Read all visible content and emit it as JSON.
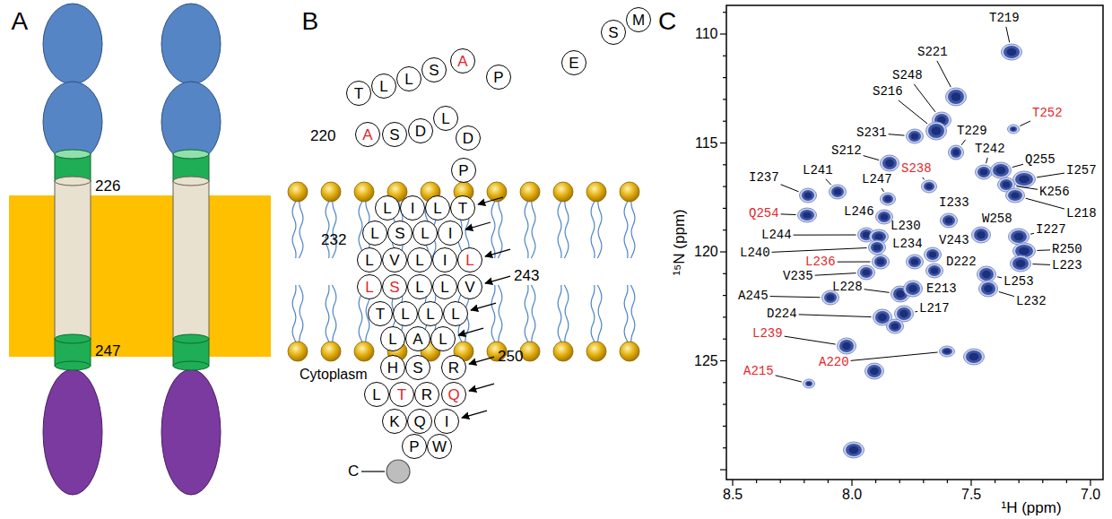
{
  "diagram": {
    "nodes": [
      {
        "text": [
          "M"
        ]
      },
      {
        "text": [
          "S"
        ]
      },
      {
        "text": [
          "E"
        ]
      },
      {
        "text": [
          "P"
        ]
      },
      {
        "text": [
          "A"
        ]
      },
      {
        "text": [
          "S"
        ]
      },
      {
        "text": [
          "L"
        ]
      },
      {
        "text": [
          "L"
        ]
      },
      {
        "text": [
          "T"
        ]
      },
      {
        "text": [
          "A"
        ]
      },
      {
        "text": [
          "S"
        ]
      },
      {
        "text": [
          "D"
        ]
      },
      {
        "text": [
          "L"
        ]
      },
      {
        "text": [
          "D"
        ]
      },
      {
        "text": [
          "P"
        ]
      },
      {
        "text": [
          "L"
        ]
      },
      {
        "text": [
          "I"
        ]
      },
      {
        "text": [
          "L"
        ]
      },
      {
        "text": [
          "T"
        ]
      },
      {
        "text": [
          "L"
        ]
      },
      {
        "text": [
          "S"
        ]
      },
      {
        "text": [
          "L"
        ]
      },
      {
        "text": [
          "I"
        ]
      },
      {
        "text": [
          "L"
        ]
      },
      {
        "text": [
          "V"
        ]
      },
      {
        "text": [
          "L"
        ]
      },
      {
        "text": [
          "I"
        ]
      },
      {
        "text": [
          "L"
        ]
      },
      {
        "text": [
          "L"
        ]
      },
      {
        "text": [
          "S"
        ]
      },
      {
        "text": [
          "L"
        ]
      },
      {
        "text": [
          "L"
        ]
      },
      {
        "text": [
          "V"
        ]
      },
      {
        "text": [
          "T"
        ]
      },
      {
        "text": [
          "L"
        ]
      },
      {
        "text": [
          "L"
        ]
      },
      {
        "text": [
          "L"
        ]
      },
      {
        "text": [
          "L"
        ]
      },
      {
        "text": [
          "A"
        ]
      },
      {
        "text": [
          "L"
        ]
      },
      {
        "text": [
          "H"
        ]
      },
      {
        "text": [
          "S"
        ]
      },
      {
        "text": [
          "R"
        ]
      },
      {
        "text": [
          "L"
        ]
      },
      {
        "text": [
          "T"
        ]
      },
      {
        "text": [
          "R"
        ]
      },
      {
        "text": [
          "Q"
        ]
      },
      {
        "text": [
          "K"
        ]
      },
      {
        "text": [
          "Q"
        ]
      },
      {
        "text": [
          "I"
        ]
      },
      {
        "text": [
          "P"
        ]
      },
      {
        "text": [
          "W"
        ]
      }
    ],
    "labels": [
      "A",
      "226",
      "247",
      "B",
      "220",
      "232",
      "243",
      "250",
      "Cytoplasm",
      "C",
      "C",
      "T219",
      "S221",
      "S248",
      "S216",
      "T252",
      "S231",
      "T229",
      "S212",
      "T242",
      "Q255",
      "I257",
      "K256",
      "L218",
      "S238",
      "L241",
      "L247",
      "I237",
      "Q254",
      "L246",
      "I233",
      "W258",
      "I227",
      "L244",
      "L230",
      "L234",
      "V243",
      "L240",
      "L236",
      "R250",
      "L223",
      "D222",
      "V235",
      "L253",
      "A245",
      "L228",
      "E213",
      "L232",
      "D224",
      "L217",
      "L239",
      "A220",
      "A215",
      "110",
      "115",
      "120",
      "125",
      "8.5",
      "8.0",
      "7.5",
      "7.0",
      "¹⁵N (ppm)",
      "¹H (ppm)"
    ]
  }
}
